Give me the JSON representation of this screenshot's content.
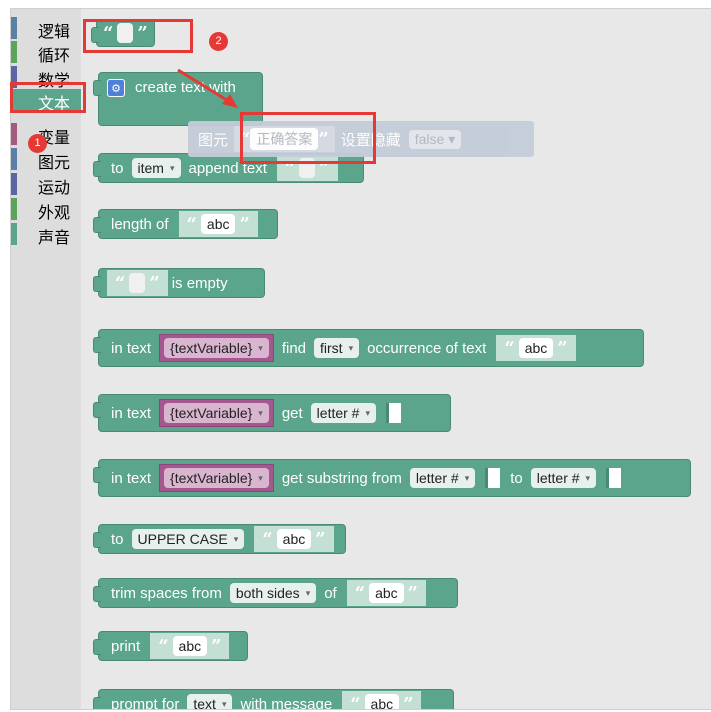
{
  "categories": [
    {
      "label": "逻辑",
      "color": "#5b80a5"
    },
    {
      "label": "循环",
      "color": "#5ba55b"
    },
    {
      "label": "数学",
      "color": "#5b67a5"
    },
    {
      "label": "文本",
      "color": "#5ba58c",
      "selected": true
    },
    {
      "label": "变量",
      "color": "#a55b80"
    },
    {
      "label": "图元",
      "color": "#5b80a5"
    },
    {
      "label": "运动",
      "color": "#5b67a5"
    },
    {
      "label": "外观",
      "color": "#5ba55b"
    },
    {
      "label": "声音",
      "color": "#5ba58c"
    }
  ],
  "blocks": {
    "create_text": "create text with",
    "to": "to",
    "item_var": "item",
    "append_text": "append text",
    "length_of": "length of",
    "abc": "abc",
    "is_empty": "is empty",
    "in_text": "in text",
    "text_variable": "{textVariable}",
    "find": "find",
    "first": "first",
    "occurrence_of_text": "occurrence of text",
    "get": "get",
    "letter_hash": "letter #",
    "get_substring_from": "get substring from",
    "to_word": "to",
    "upper_case": "UPPER CASE",
    "trim_spaces_from": "trim spaces from",
    "both_sides": "both sides",
    "of": "of",
    "print": "print",
    "prompt_for": "prompt for",
    "text_type": "text",
    "with_message": "with message"
  },
  "drag_ghost": {
    "label": "图元",
    "value": "正确答案",
    "setting": "设置隐藏",
    "bool": "false"
  },
  "annotations": {
    "badge_1": "1",
    "badge_2": "2",
    "color": "#e53935"
  },
  "icons": {
    "quote_open": "“",
    "quote_close": "”",
    "dropdown": "▾",
    "gear": "⚙"
  }
}
